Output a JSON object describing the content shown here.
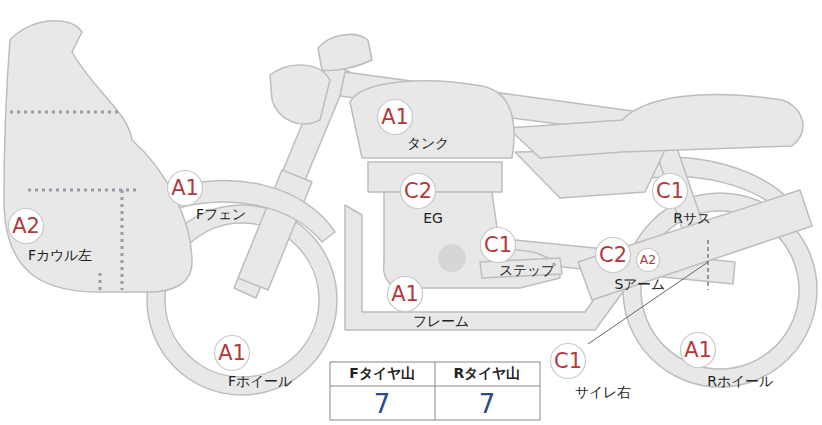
{
  "diagram": {
    "nodes": [
      {
        "text": [
          "A1",
          "タンク"
        ]
      },
      {
        "text": [
          "C2",
          "EG"
        ]
      },
      {
        "text": [
          "C1",
          "Rサス"
        ]
      },
      {
        "text": [
          "A1",
          "Fフェン"
        ]
      },
      {
        "text": [
          "A2",
          "Fカウル左"
        ]
      },
      {
        "text": [
          "C1",
          "ステップ"
        ]
      },
      {
        "text": [
          "C2",
          "Sアーム"
        ]
      },
      {
        "text": [
          "A2"
        ]
      },
      {
        "text": [
          "A1",
          "フレーム"
        ]
      },
      {
        "text": [
          "C1",
          "サイレ右"
        ]
      },
      {
        "text": [
          "A1",
          "Fホイール"
        ]
      },
      {
        "text": [
          "A1",
          "Rホイール"
        ]
      }
    ],
    "labels": [
      "Fタイヤ山",
      "Rタイヤ山",
      "7",
      "7"
    ]
  }
}
